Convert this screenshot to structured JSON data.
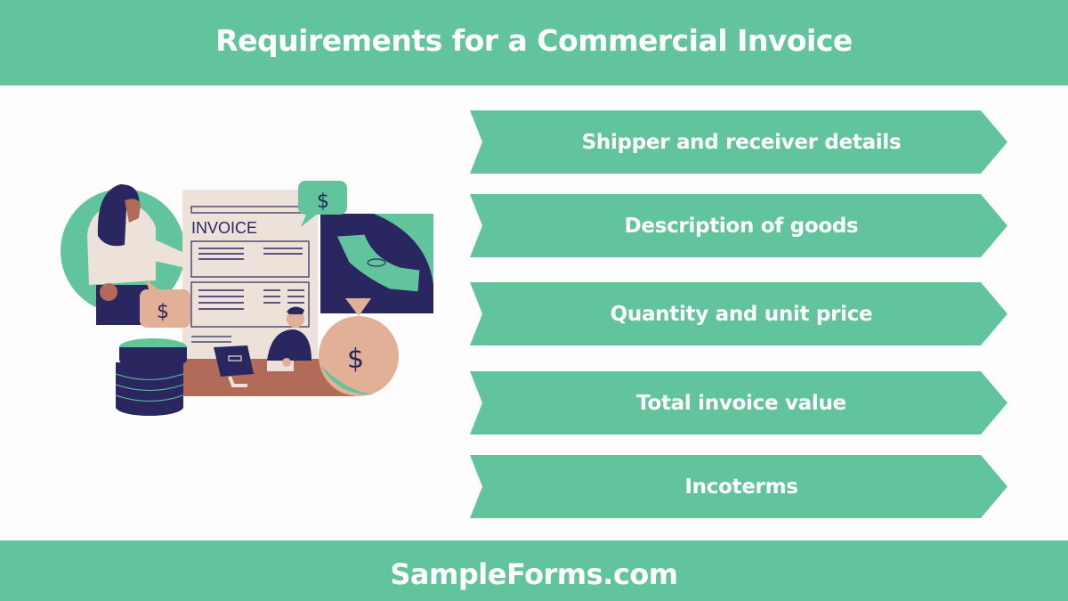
{
  "header": {
    "title": "Requirements for a Commercial Invoice"
  },
  "requirements": [
    {
      "label": "Shipper and receiver details"
    },
    {
      "label": "Description of goods"
    },
    {
      "label": "Quantity and unit price"
    },
    {
      "label": "Total invoice value"
    },
    {
      "label": "Incoterms"
    }
  ],
  "illustration": {
    "document_heading": "INVOICE",
    "currency_symbol": "$"
  },
  "footer": {
    "brand": "SampleForms.com"
  },
  "colors": {
    "accent_green": "#62c49c",
    "navy": "#2a2660",
    "paper": "#ece2d9",
    "peach": "#e2b096",
    "brown": "#b16b58"
  }
}
